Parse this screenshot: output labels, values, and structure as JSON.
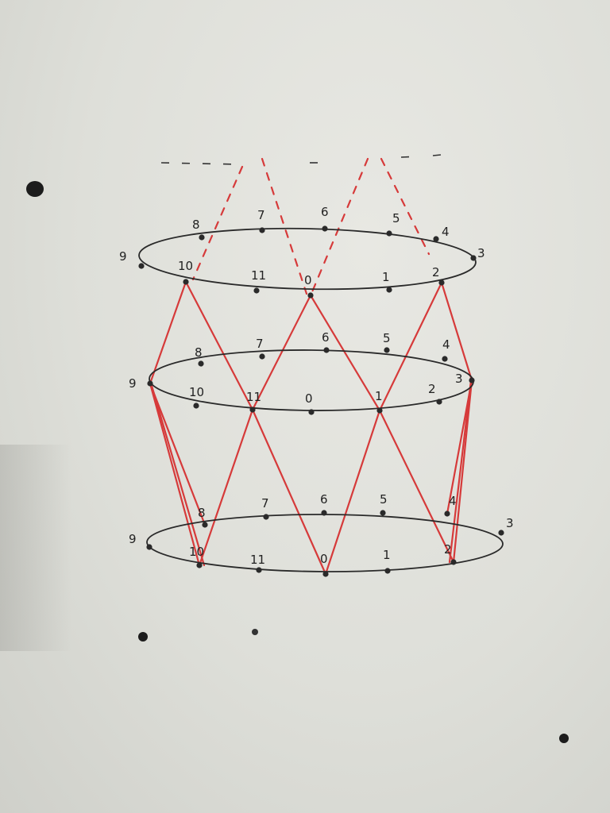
{
  "colors": {
    "ink": "#2a2a2a",
    "red": "#d63a3a",
    "paper": "#e2e2dd"
  },
  "rings": [
    {
      "name": "top",
      "labels": {
        "0": "0",
        "1": "1",
        "2": "2",
        "3": "3",
        "4": "4",
        "5": "5",
        "6": "6",
        "7": "7",
        "8": "8",
        "9": "9",
        "10": "10",
        "11": "11"
      }
    },
    {
      "name": "middle",
      "labels": {
        "0": "0",
        "1": "1",
        "2": "2",
        "3": "3",
        "4": "4",
        "5": "5",
        "6": "6",
        "7": "7",
        "8": "8",
        "9": "9",
        "10": "10",
        "11": "11"
      }
    },
    {
      "name": "bottom",
      "labels": {
        "0": "0",
        "1": "1",
        "2": "2",
        "3": "3",
        "4": "4",
        "5": "5",
        "6": "6",
        "7": "7",
        "8": "8",
        "9": "9",
        "10": "10",
        "11": "11"
      }
    }
  ],
  "edges": [
    [
      "top",
      "10",
      "middle",
      "9"
    ],
    [
      "top",
      "10",
      "middle",
      "11"
    ],
    [
      "top",
      "0",
      "middle",
      "11"
    ],
    [
      "top",
      "0",
      "middle",
      "1"
    ],
    [
      "top",
      "2",
      "middle",
      "1"
    ],
    [
      "top",
      "2",
      "middle",
      "3"
    ],
    [
      "middle",
      "9",
      "bottom",
      "8"
    ],
    [
      "middle",
      "9",
      "bottom",
      "10"
    ],
    [
      "middle",
      "11",
      "bottom",
      "10"
    ],
    [
      "middle",
      "11",
      "bottom",
      "0"
    ],
    [
      "middle",
      "1",
      "bottom",
      "0"
    ],
    [
      "middle",
      "1",
      "bottom",
      "2"
    ],
    [
      "middle",
      "3",
      "bottom",
      "2"
    ],
    [
      "middle",
      "3",
      "bottom",
      "4"
    ]
  ]
}
